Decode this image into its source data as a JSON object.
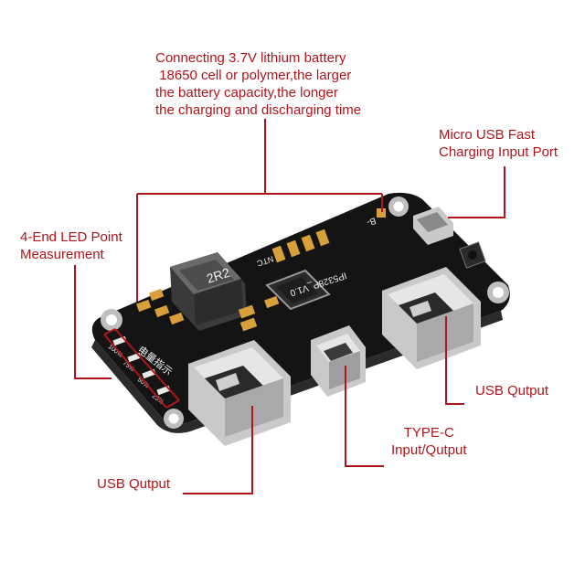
{
  "annotations": {
    "battery": [
      "Connecting 3.7V lithium battery",
      " 18650 cell or polymer,the larger",
      "the battery capacity,the longer",
      "the charging and discharging time"
    ],
    "micro_usb": [
      "Micro USB Fast",
      "Charging Input Port"
    ],
    "led": [
      "4-End LED Point",
      "Measurement"
    ],
    "usb_right": "USB Qutput",
    "type_c": [
      "TYPE-C",
      "Input/Qutput"
    ],
    "usb_left": "USB Qutput"
  },
  "board_markings": {
    "inductor": "2R2",
    "model": "IP5328P_V1.0",
    "ntc": "NTC",
    "battery_neg": "B-",
    "led_label": "电量指示",
    "led_levels": [
      "100%",
      "75%",
      "50%",
      "25%"
    ]
  },
  "colors": {
    "annotation": "#b0151b",
    "board": "#141414",
    "pad": "#c9c9c9"
  }
}
